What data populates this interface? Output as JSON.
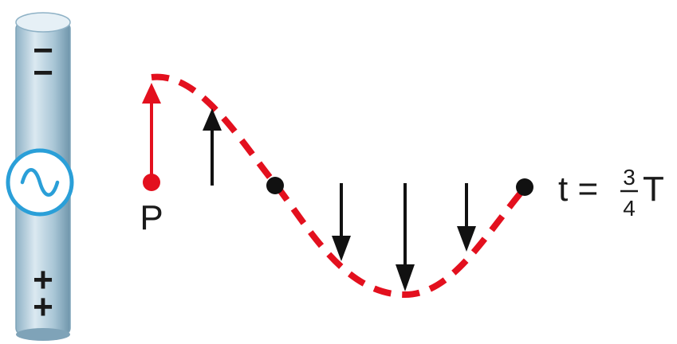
{
  "antenna": {
    "top_signs": [
      "−",
      "−"
    ],
    "bottom_signs": [
      "+",
      "+"
    ],
    "source_symbol": "sine-wave-icon"
  },
  "wave": {
    "point_label": "P",
    "time_label": {
      "prefix": "t =",
      "numerator": "3",
      "denominator": "4",
      "suffix": "T"
    }
  },
  "colors": {
    "wave": "#e3101e",
    "arrow_red": "#e3101e",
    "arrow_black": "#111111",
    "rod_light": "#d6e6ef",
    "rod_dark": "#7fa3b8",
    "source_ring": "#2a9fd8"
  }
}
